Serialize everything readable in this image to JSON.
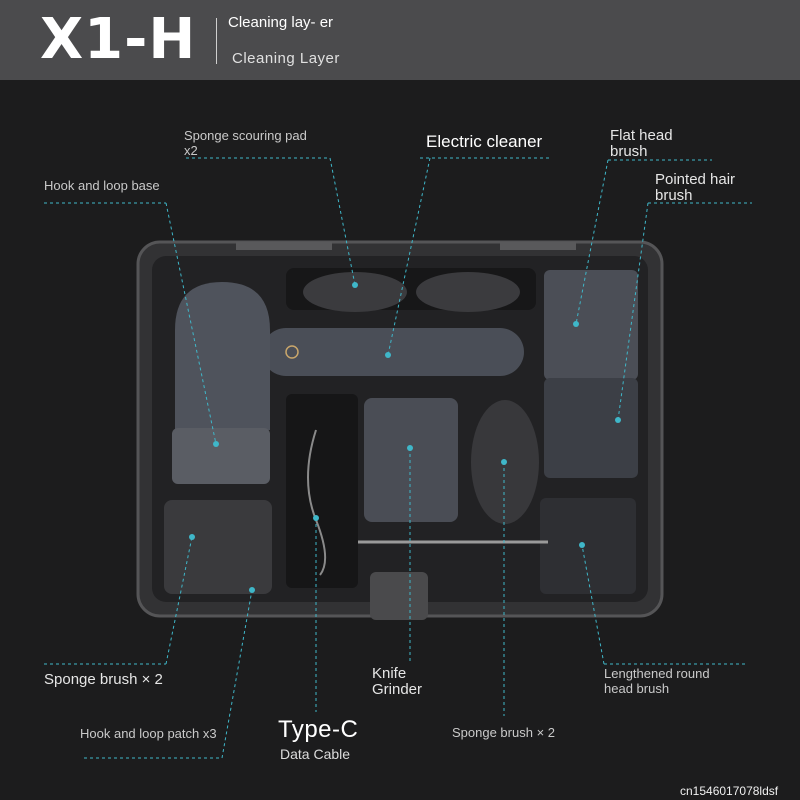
{
  "header": {
    "model": "X1-H",
    "subtitle_line1": "Cleaning lay- er",
    "subtitle_line2": "Cleaning Layer"
  },
  "labels": {
    "sponge_scouring_pad": "Sponge scouring pad x2",
    "electric_cleaner": "Electric cleaner",
    "flat_head_brush": "Flat head brush",
    "pointed_hair_brush": "Pointed hair brush",
    "hook_loop_base": "Hook and loop base",
    "sponge_brush_left": "Sponge brush × 2",
    "hook_loop_patch": "Hook and loop patch x3",
    "type_c": "Type-C",
    "data_cable": "Data Cable",
    "knife_grinder": "Knife Grinder",
    "sponge_brush_bottom": "Sponge brush × 2",
    "lengthened_round_brush": "Lengthened round head brush"
  },
  "watermark": "cn1546017078ldsf",
  "colors": {
    "background": "#1c1c1d",
    "header": "#4b4b4d",
    "leader_line": "#3fb7c9",
    "case": "#2a2a2c"
  }
}
